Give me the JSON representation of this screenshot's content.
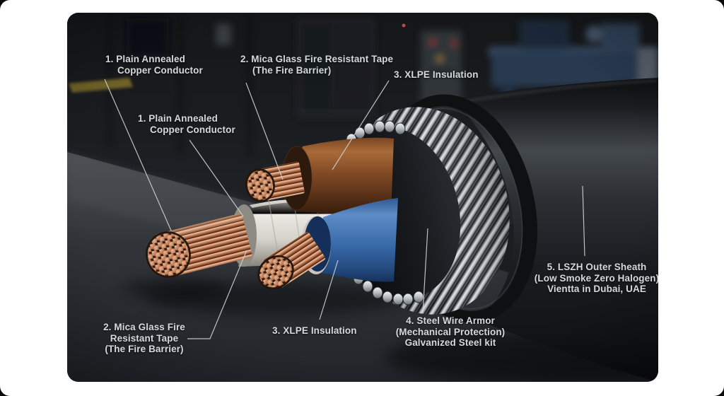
{
  "figure": {
    "title_implicit": "Fire resistant armored power cable cutaway",
    "type": "labeled-cutaway-illustration"
  },
  "annotations": {
    "copper_top": {
      "line1": "1. Plain Annealed",
      "line2": "Copper Conductor"
    },
    "mica_top": {
      "line1": "2. Mica Glass Fire Resistant Tape",
      "line2": "(The Fire Barrier)"
    },
    "xlpe_top": {
      "line1": "3. XLPE Insulation"
    },
    "copper_mid": {
      "line1": "1. Plain Annealed",
      "line2": "Copper Conductor"
    },
    "mica_bottom": {
      "line1": "2. Mica Glass Fire",
      "line2": "Resistant Tape",
      "line3": "(The Fire Barrier)"
    },
    "xlpe_bottom": {
      "line1": "3. XLPE Insulation"
    },
    "steel_armor": {
      "line1": "4. Steel Wire Armor",
      "line2": "(Mechanical Protection)",
      "line3": "Galvanized Steel kit"
    },
    "outer_sheath": {
      "line1": "5. LSZH Outer Sheath",
      "line2": "(Low Smoke Zero Halogen)",
      "line3": "Vientta in Dubai, UAE"
    }
  },
  "materials": {
    "copper": "#c98a63",
    "xlpe_blue": "#3a6bab",
    "xlpe_brown": "#7c4623",
    "mica_tape_white": "#d5d2cb",
    "galvanized_steel": "#c7cbd0",
    "lszh_sheath_black": "#17191c",
    "label_text": "#d7d8da"
  }
}
